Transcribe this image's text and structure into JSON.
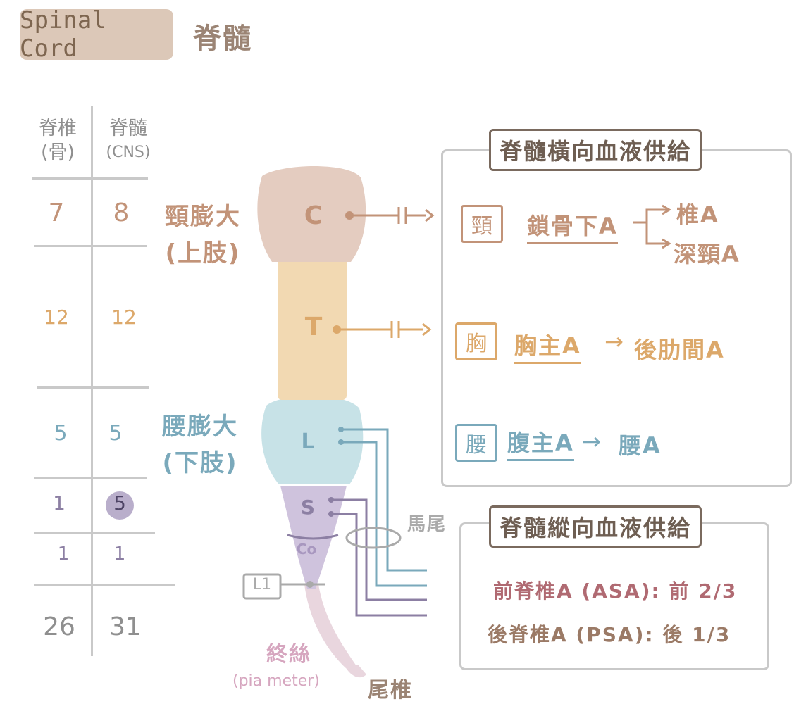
{
  "title": {
    "en": "Spinal Cord",
    "cn": "脊髓"
  },
  "table": {
    "col1_title": "脊椎",
    "col1_sub": "(骨)",
    "col2_title": "脊髓",
    "col2_sub": "(CNS)",
    "rows": [
      {
        "vert": "7",
        "cord": "8",
        "color": "#c29378"
      },
      {
        "vert": "12",
        "cord": "12",
        "color": "#dca86a"
      },
      {
        "vert": "5",
        "cord": "5",
        "color": "#7aa9bb"
      },
      {
        "vert": "1",
        "cord": "5",
        "color": "#8c7fa3",
        "cord_highlight": "#b9aecb"
      },
      {
        "vert": "1",
        "cord": "1",
        "color": "#8c7fa3"
      },
      {
        "vert": "26",
        "cord": "31",
        "color": "#8f8f8f"
      }
    ]
  },
  "labels": {
    "cervical_enlargement": "頸膨大",
    "cervical_sub": "(上肢)",
    "lumbar_enlargement": "腰膨大",
    "lumbar_sub": "(下肢)",
    "cauda_equina": "馬尾",
    "filum": "終絲",
    "pia": "(pia meter)",
    "coccyx": "尾椎",
    "l1": "L1"
  },
  "segments": {
    "c": "C",
    "t": "T",
    "l": "L",
    "s": "S",
    "co": "Co"
  },
  "colors": {
    "cervical": "#c29378",
    "cervical_fill": "#e4ccc0",
    "thoracic": "#dca86a",
    "thoracic_fill": "#f2d9b2",
    "lumbar": "#7aa9bb",
    "lumbar_fill": "#c7e2e7",
    "sacral": "#8c7fa3",
    "sacral_fill": "#cfc3dd",
    "filum_fill": "#e9d6de",
    "box_border": "#c9c9c9",
    "red_text": "#b06a72",
    "brown_text": "#9b7a66"
  },
  "horizontal_box": {
    "title": "脊髓橫向血液供給",
    "rows": [
      {
        "icon": "頸",
        "artery": "鎖骨下A",
        "branches": [
          "椎A",
          "深頸A"
        ]
      },
      {
        "icon": "胸",
        "artery": "胸主A",
        "target": "後肋間A"
      },
      {
        "icon": "腰",
        "artery": "腹主A",
        "target": "腰A"
      }
    ],
    "arrow": "→"
  },
  "vertical_box": {
    "title": "脊髓縱向血液供給",
    "asa": "前脊椎A (ASA): 前 2/3",
    "psa": "後脊椎A (PSA): 後 1/3"
  }
}
